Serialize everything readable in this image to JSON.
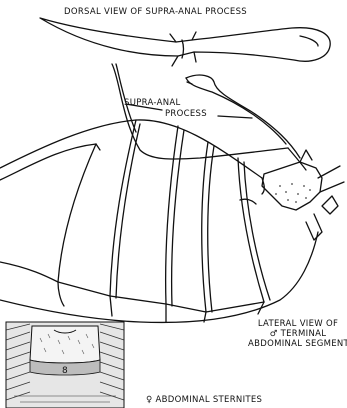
{
  "labels": {
    "dorsal_view": "DORSAL VIEW OF SUPRA-ANAL PROCESS",
    "supra_anal_line1": "SUPRA-ANAL",
    "supra_anal_line2": "PROCESS",
    "lateral_line1": "LATERAL VIEW OF",
    "lateral_line2": "♂ TERMINAL",
    "lateral_line3": "ABDOMINAL SEGMENTS",
    "female_sternites": "♀ ABDOMINAL STERNITES",
    "segment_number": "8"
  },
  "colors": {
    "ink": "#111111",
    "paper": "#ffffff",
    "stipple": "#444444"
  }
}
